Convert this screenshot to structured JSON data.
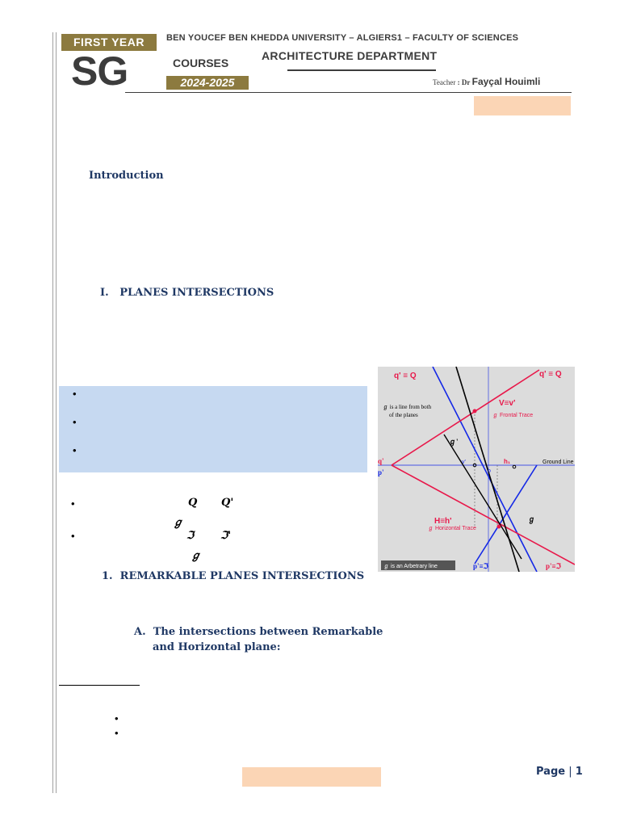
{
  "header": {
    "first_year": "FIRST YEAR",
    "sg": "SG",
    "courses": "COURSES",
    "year": "2024-2025",
    "university": "BEN YOUCEF BEN KHEDDA UNIVERSITY – ALGIERS1 – FACULTY OF SCIENCES",
    "department": "ARCHITECTURE DEPARTMENT",
    "teacher_label": "Teacher",
    "teacher_sep": " : ",
    "teacher_title": "Dr",
    "teacher_name": "Fayçal Houimli"
  },
  "sections": {
    "introduction": "Introduction",
    "planes_num": "I.",
    "planes_title": "PLANES INTERSECTIONS",
    "remark_num": "1.",
    "remark_title": "REMARKABLE PLANES INTERSECTIONS",
    "subA_num": "A.",
    "subA_line1": "The intersections between Remarkable",
    "subA_line2": "and Horizontal plane:"
  },
  "bullets": {
    "symbol": "•",
    "q1": "Q",
    "q2": "Q'",
    "g1": "ℊ",
    "p1": "ℑ",
    "p2": "ℑ'",
    "g2": "ℊ"
  },
  "figure": {
    "q_left": "q' ≡ Q",
    "q_right": "q' ≡ Q",
    "line_note_1": "ℊ is a line from both",
    "line_note_2": "of the planes",
    "v_label": "V≡v'",
    "frontal_trace": "ℊ Frontal Trace",
    "g_prime": "ℊ'",
    "ground_line": "Ground Line",
    "v_small": "v'",
    "o_label": "o",
    "h_small": "h₁",
    "q_prime": "q'",
    "p_prime": "p'",
    "h_label": "H≡h'",
    "horizontal_trace": "ℊ Horizontal Trace",
    "g_label": "ℊ",
    "arbitrary": "ℊ is an Arbetrary line",
    "p_bottom_mid": "p'≡ℑ",
    "p_bottom_right": "p'≡ℑ"
  },
  "footer": {
    "page_label": "Page",
    "page_sep": " | ",
    "page_number": "1"
  },
  "colors": {
    "gold": "#8c7a3f",
    "navy": "#1f3864",
    "peach": "#fbd5b5",
    "light_blue_box": "#c6d9f1",
    "red_plane": "#e8184a",
    "blue_plane": "#1428e6"
  }
}
